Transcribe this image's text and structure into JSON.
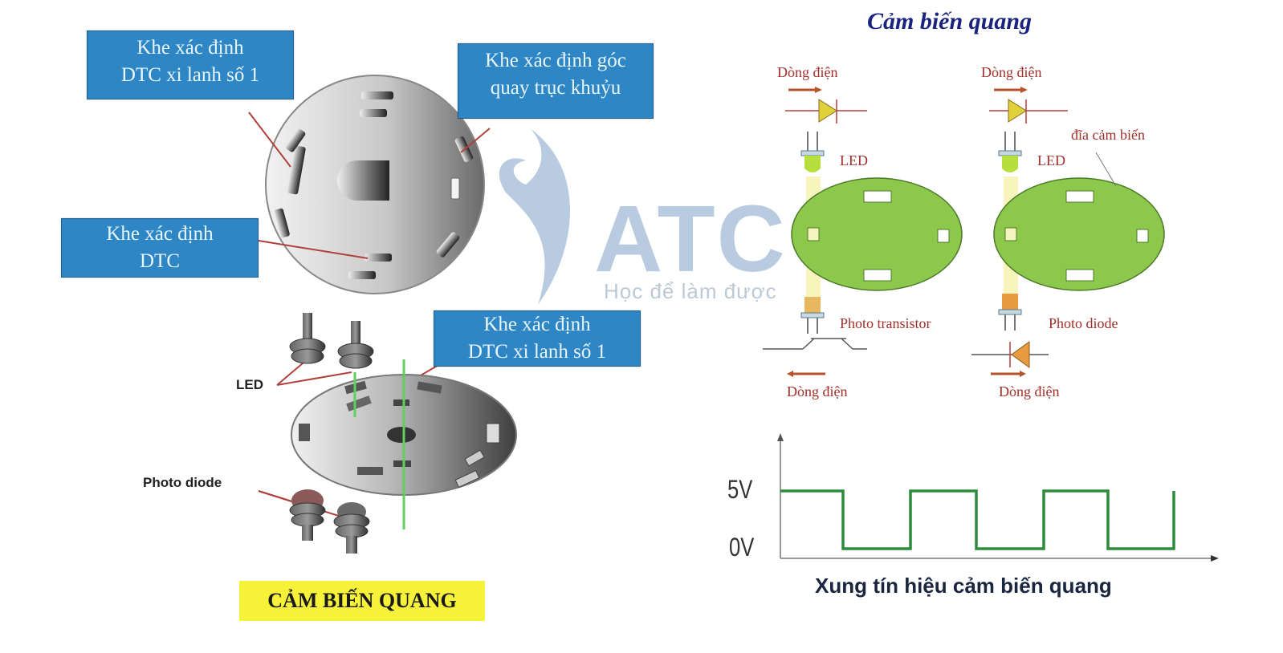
{
  "left_panel": {
    "callouts": [
      {
        "id": "slot-cyl1-top",
        "lines": [
          "Khe xác định",
          "DTC xi lanh số 1"
        ]
      },
      {
        "id": "slot-crank-angle",
        "lines": [
          "Khe xác định góc",
          "quay trục khuỷu"
        ]
      },
      {
        "id": "slot-dtc",
        "lines": [
          "Khe xác định",
          "DTC"
        ]
      },
      {
        "id": "slot-cyl1-bottom",
        "lines": [
          "Khe xác định",
          "DTC xi lanh số 1"
        ]
      }
    ],
    "labels": {
      "led": "LED",
      "photo_diode": "Photo diode"
    },
    "caption": "CẢM BIẾN QUANG"
  },
  "watermark": {
    "logo": "ATC",
    "slogan": "Học để làm được"
  },
  "right_panel": {
    "title": "Cảm biến quang",
    "left_circuit": {
      "current_top": "Dòng điện",
      "led": "LED",
      "receiver": "Photo transistor",
      "current_bottom": "Dòng điện"
    },
    "right_circuit": {
      "current_top": "Dòng điện",
      "led": "LED",
      "disc_label": "đĩa cảm biến",
      "receiver": "Photo diode",
      "current_bottom": "Dòng điện"
    }
  },
  "chart_data": {
    "type": "line",
    "title": "Xung tín hiệu cảm biến quang",
    "xlabel": "",
    "ylabel": "",
    "y_ticks": [
      "0V",
      "5V"
    ],
    "ylim": [
      0,
      5
    ],
    "series": [
      {
        "name": "signal",
        "color": "#2e8b3e",
        "x": [
          0,
          1,
          1,
          2,
          2,
          3,
          3,
          4,
          4,
          5,
          5,
          6,
          6
        ],
        "values": [
          5,
          5,
          0,
          0,
          5,
          5,
          0,
          0,
          5,
          5,
          0,
          0,
          5
        ]
      }
    ],
    "grid": false,
    "legend": "none"
  },
  "colors": {
    "callout_bg": "#2f86c4",
    "callout_text": "#e8f6ff",
    "caption_bg": "#f6f23a",
    "disc_green": "#8cc84b",
    "signal_green": "#2e8b3e",
    "label_red": "#a0302c",
    "title_navy": "#1a237e"
  }
}
